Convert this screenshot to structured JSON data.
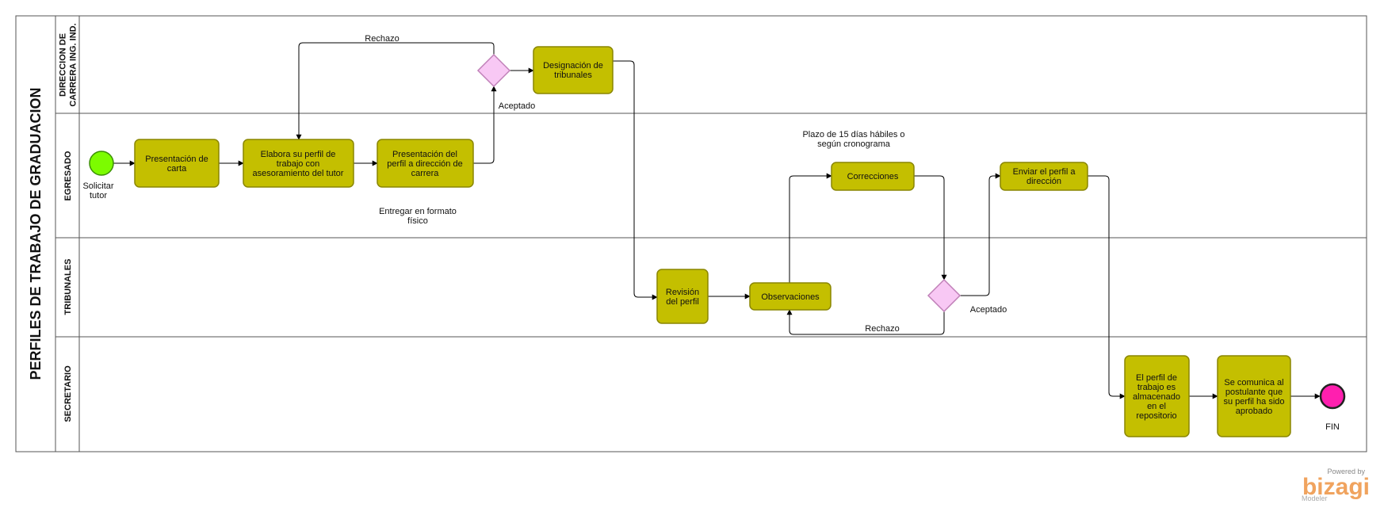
{
  "pool": {
    "title": "PERFILES DE TRABAJO DE GRADUACION"
  },
  "lanes": [
    {
      "id": "direccion",
      "title_lines": [
        "DIRECCION DE",
        "CARRERA ING. IND."
      ]
    },
    {
      "id": "egresado",
      "title_lines": [
        "EGRESADO"
      ]
    },
    {
      "id": "tribunales",
      "title_lines": [
        "TRIBUNALES"
      ]
    },
    {
      "id": "secretario",
      "title_lines": [
        "SECRETARIO"
      ]
    }
  ],
  "events": {
    "start": {
      "label_lines": [
        "Solicitar",
        "tutor"
      ]
    },
    "end": {
      "label_lines": [
        "FIN"
      ]
    }
  },
  "tasks": [
    {
      "id": "t1",
      "lines": [
        "Presentación de",
        "carta"
      ]
    },
    {
      "id": "t2",
      "lines": [
        "Elabora su perfil de",
        "trabajo con",
        "asesoramiento del tutor"
      ]
    },
    {
      "id": "t3",
      "lines": [
        "Presentación del",
        "perfil a dirección de",
        "carrera"
      ]
    },
    {
      "id": "t4",
      "lines": [
        "Designación de",
        "tribunales"
      ]
    },
    {
      "id": "t5",
      "lines": [
        "Revisión",
        "del perfil"
      ]
    },
    {
      "id": "t6",
      "lines": [
        "Observaciones"
      ]
    },
    {
      "id": "t7",
      "lines": [
        "Correcciones"
      ]
    },
    {
      "id": "t8",
      "lines": [
        "Enviar el perfil a",
        "dirección"
      ]
    },
    {
      "id": "t9",
      "lines": [
        "El perfil de",
        "trabajo es",
        "almacenado",
        "en el",
        "repositorio"
      ]
    },
    {
      "id": "t10",
      "lines": [
        "Se comunica al",
        "postulante que",
        "su perfil ha sido",
        "aprobado"
      ]
    }
  ],
  "labels": [
    {
      "id": "rechazo1",
      "lines": [
        "Rechazo"
      ]
    },
    {
      "id": "aceptado1",
      "lines": [
        "Aceptado"
      ]
    },
    {
      "id": "entregar",
      "lines": [
        "Entregar en formato",
        "físico"
      ]
    },
    {
      "id": "plazo",
      "lines": [
        "Plazo de 15 días hábiles o",
        "según cronograma"
      ]
    },
    {
      "id": "aceptado2",
      "lines": [
        "Aceptado"
      ]
    },
    {
      "id": "rechazo2",
      "lines": [
        "Rechazo"
      ]
    }
  ],
  "branding": {
    "powered": "Powered by",
    "name": "bizagi",
    "product": "Modeler"
  },
  "colors": {
    "task_fill": "#c4bf00",
    "task_stroke": "#8a8600",
    "gateway_fill": "#f8c8f4",
    "gateway_stroke": "#c080b8",
    "start_fill": "#7cfc00",
    "end_fill": "#ff1faf",
    "brand": "#f0a35e"
  }
}
